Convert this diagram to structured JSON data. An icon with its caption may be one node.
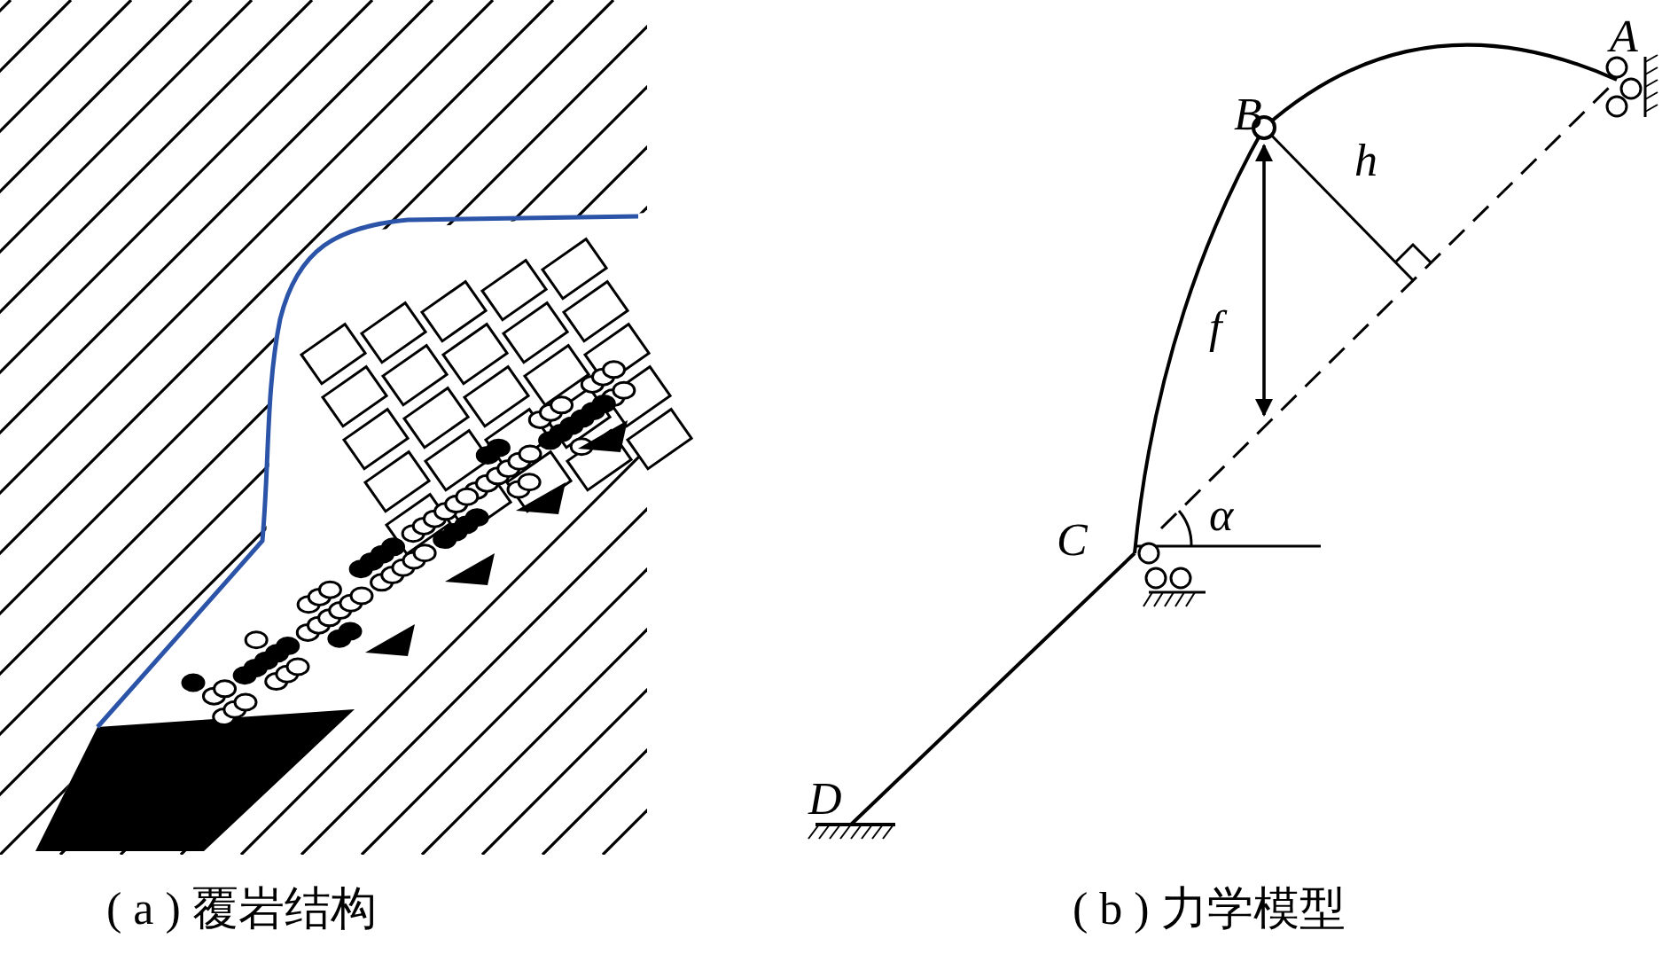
{
  "diagram": {
    "labels": [
      "A",
      "B",
      "h",
      "f",
      "α",
      "C",
      "D",
      "( a ) 覆岩结构",
      "( b ) 力学模型"
    ]
  }
}
